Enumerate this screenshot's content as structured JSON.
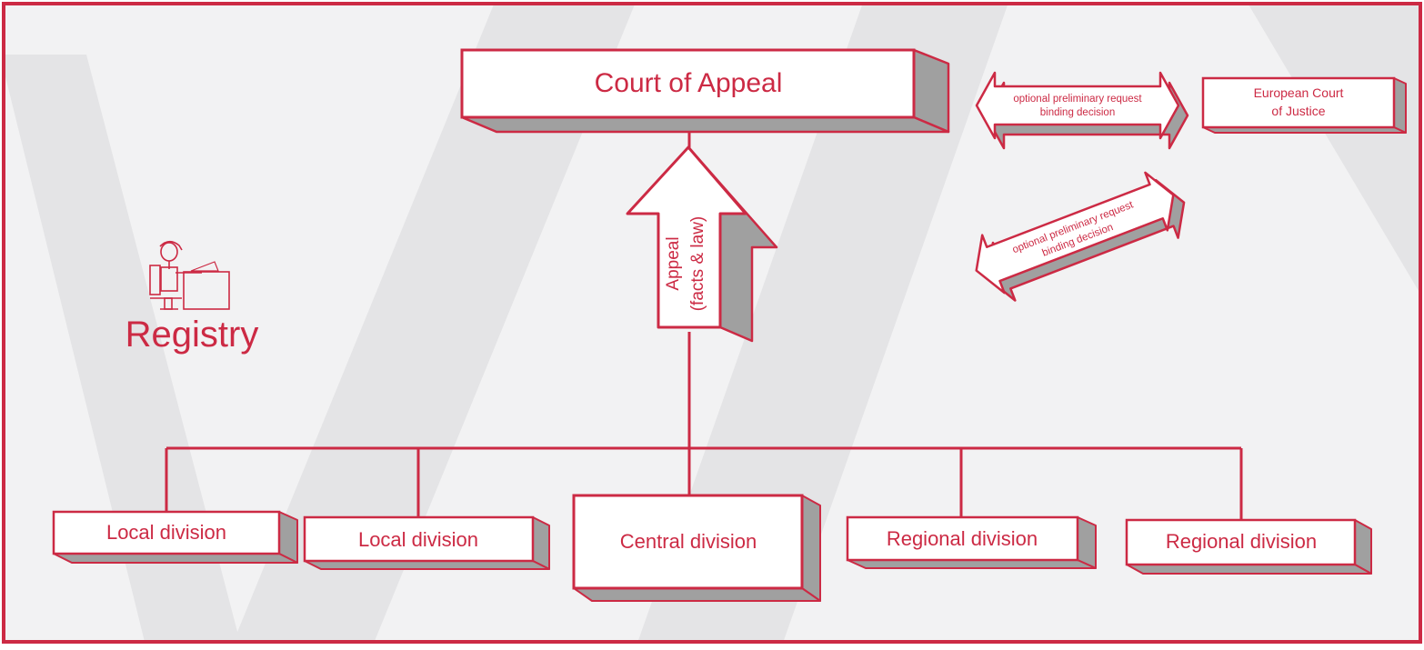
{
  "colors": {
    "accent": "#cc2a44",
    "panel": "#f2f2f3",
    "band": "#e4e4e6",
    "depth": "#a0a0a0",
    "box": "#ffffff"
  },
  "court_of_appeal": {
    "label": "Court of Appeal"
  },
  "ecj": {
    "line1": "European Court",
    "line2": "of Justice"
  },
  "referral_top": {
    "line1": "optional preliminary request",
    "line2": "binding decision"
  },
  "referral_diag": {
    "line1": "optional preliminary request",
    "line2": "binding decision"
  },
  "appeal": {
    "line1": "Appeal",
    "line2": "(facts & law)"
  },
  "registry": {
    "label": "Registry"
  },
  "divisions": [
    {
      "label": "Local division"
    },
    {
      "label": "Local division"
    },
    {
      "label": "Central division"
    },
    {
      "label": "Regional division"
    },
    {
      "label": "Regional division"
    }
  ]
}
